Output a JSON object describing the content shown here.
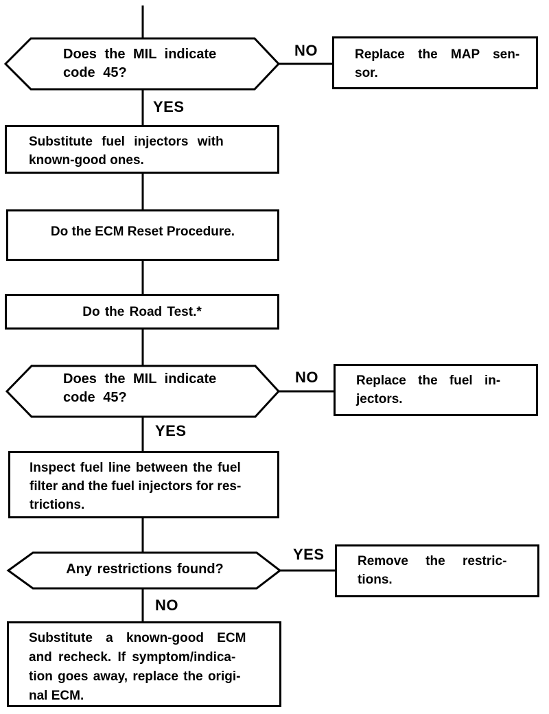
{
  "canvas": {
    "background": "#ffffff",
    "ink": "#000000"
  },
  "connector_labels": {
    "d1_no": "NO",
    "d1_yes": "YES",
    "d2_no": "NO",
    "d2_yes": "YES",
    "d3_yes": "YES",
    "d3_no": "NO"
  },
  "nodes": {
    "decision1": {
      "type": "decision",
      "lines": [
        "Does the MIL indicate",
        "code 45?"
      ]
    },
    "action_map": {
      "type": "action",
      "lines": [
        "Replace the MAP sen-",
        "sor."
      ]
    },
    "process_sub_injectors": {
      "type": "process",
      "lines": [
        "Substitute fuel injectors with",
        "known-good ones."
      ]
    },
    "process_ecm_reset": {
      "type": "process",
      "lines": [
        "Do the ECM Reset Procedure."
      ]
    },
    "process_road_test": {
      "type": "process",
      "lines": [
        "Do the Road Test.*"
      ]
    },
    "decision2": {
      "type": "decision",
      "lines": [
        "Does the MIL indicate",
        "code 45?"
      ]
    },
    "action_injectors": {
      "type": "action",
      "lines": [
        "Replace the fuel in-",
        "jectors."
      ]
    },
    "process_inspect_fuel_line": {
      "type": "process",
      "lines": [
        "Inspect fuel line between the fuel",
        "filter and the fuel injectors for res-",
        "trictions."
      ]
    },
    "decision3": {
      "type": "decision",
      "lines": [
        "Any restrictions found?"
      ]
    },
    "action_restrictions": {
      "type": "action",
      "lines": [
        "Remove the restric-",
        "tions."
      ]
    },
    "process_sub_ecm": {
      "type": "process",
      "lines": [
        "Substitute a known-good ECM",
        "and recheck. If symptom/indica-",
        "tion goes away, replace the origi-",
        "nal ECM."
      ]
    }
  }
}
